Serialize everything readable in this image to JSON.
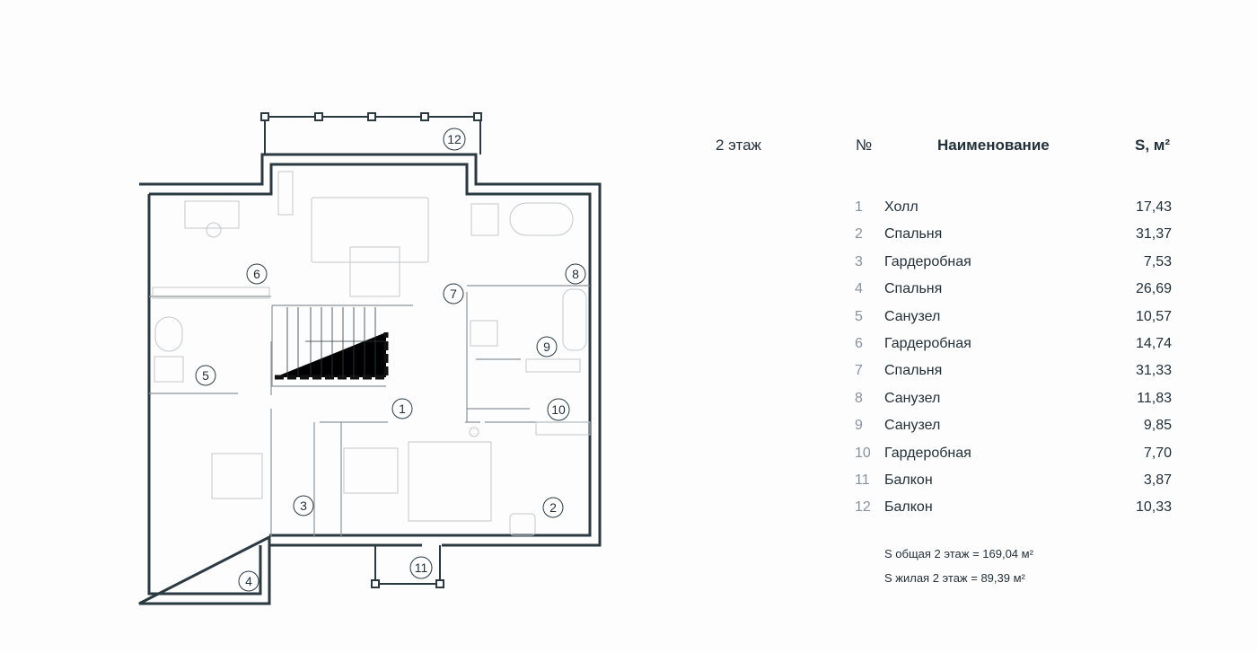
{
  "floor_label": "2 этаж",
  "table": {
    "headers": {
      "number": "№",
      "name": "Наименование",
      "area": "S, м²"
    },
    "rows": [
      {
        "n": "1",
        "name": "Холл",
        "area": "17,43"
      },
      {
        "n": "2",
        "name": "Спальня",
        "area": "31,37"
      },
      {
        "n": "3",
        "name": "Гардеробная",
        "area": "7,53"
      },
      {
        "n": "4",
        "name": "Спальня",
        "area": "26,69"
      },
      {
        "n": "5",
        "name": "Санузел",
        "area": "10,57"
      },
      {
        "n": "6",
        "name": "Гардеробная",
        "area": "14,74"
      },
      {
        "n": "7",
        "name": "Спальня",
        "area": "31,33"
      },
      {
        "n": "8",
        "name": "Санузел",
        "area": "11,83"
      },
      {
        "n": "9",
        "name": "Санузел",
        "area": "9,85"
      },
      {
        "n": "10",
        "name": "Гардеробная",
        "area": "7,70"
      },
      {
        "n": "11",
        "name": "Балкон",
        "area": "3,87"
      },
      {
        "n": "12",
        "name": "Балкон",
        "area": "10,33"
      }
    ]
  },
  "summary": {
    "total": "S общая 2 этаж = 169,04 м²",
    "living": "S жилая 2 этаж = 89,39 м²"
  },
  "plan_markers": [
    "1",
    "2",
    "3",
    "4",
    "5",
    "6",
    "7",
    "8",
    "9",
    "10",
    "11",
    "12"
  ],
  "colors": {
    "wall": "#2b3a42",
    "furniture": "#b9bfc3",
    "text": "#23303a"
  }
}
